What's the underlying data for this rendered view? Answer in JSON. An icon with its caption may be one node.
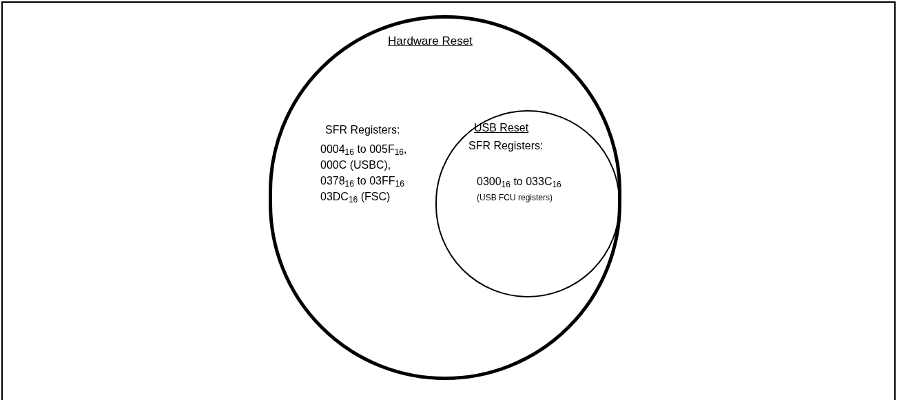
{
  "diagram": {
    "nodes": [
      {
        "text": [
          "Hardware Reset",
          "SFR Registers:",
          "0004$_{16}$ to 005F$_{16}$,",
          "000C (USBC),",
          "0378$_{16}$ to 03FF$_{16}$",
          "03DC$_{16}$ (FSC)"
        ]
      },
      {
        "text": [
          "USB Reset",
          "SFR Registers:",
          "0300$_{16}$ to 033C$_{16}$",
          "(USB FCU registers)"
        ],
        "in": 0
      }
    ]
  }
}
